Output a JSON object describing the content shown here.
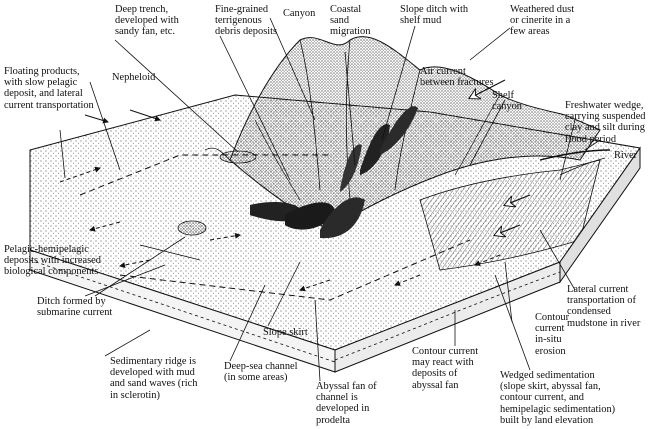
{
  "diagram": {
    "labels": {
      "deep_trench": "Deep trench,\ndeveloped with\nsandy fan, etc.",
      "fine_grained": "Fine-grained\nterrigenous\ndebris deposits",
      "canyon": "Canyon",
      "coastal_sand": "Coastal\nsand\nmigration",
      "slope_ditch": "Slope ditch with\nshelf mud",
      "weathered_dust": "Weathered dust\nor cinerite in a\nfew areas",
      "floating_products": "Floating products,\nwith slow pelagic\ndeposit, and lateral\ncurrent transportation",
      "nepheloid": "Nepheloid",
      "air_current": "Air current\nbetween fractures",
      "shelf_canyon": "Shelf\ncanyon",
      "freshwater_wedge": "Freshwater wedge,\ncarrying suspended\nclay and silt during\nflood period",
      "river": "River",
      "pelagic_hemipelagic": "Pelagic-hemipelagic\ndeposits with increased\nbiological components",
      "lateral_current": "Lateral current\ntransportation of\ncondensed\nmudstone in river",
      "ditch_submarine": "Ditch formed by\nsubmarine current",
      "contour_erosion": "Contour\ncurrent\nin-situ\nerosion",
      "slope_skirt": "Slope skirt",
      "contour_react": "Contour current\nmay react with\ndeposits of\nabyssal fan",
      "sedimentary_ridge": "Sedimentary ridge is\ndeveloped with mud\nand sand waves (rich\nin sclerotin)",
      "deep_sea_channel": "Deep-sea channel\n(in some areas)",
      "abyssal_fan": "Abyssal fan of\nchannel is\ndeveloped in\nprodelta",
      "wedged_sedimentation": "Wedged sedimentation\n(slope skirt, abyssal fan,\ncontour current, and\nhemipelagic sedimentation)\nbuilt by land elevation"
    }
  }
}
